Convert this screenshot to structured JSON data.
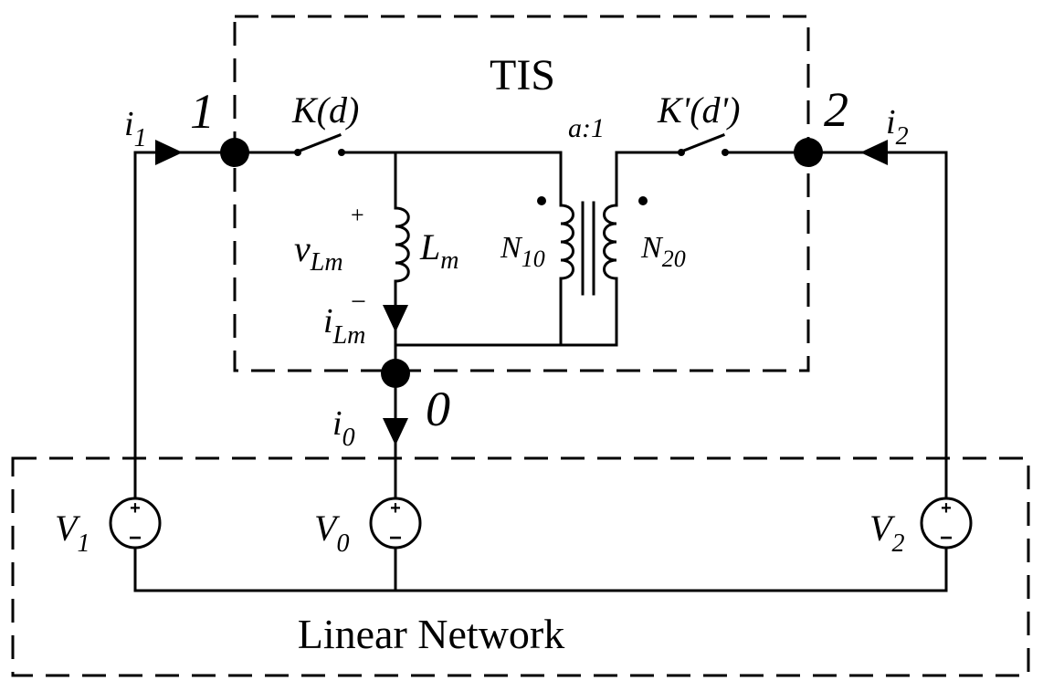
{
  "tis_label": "TIS",
  "network_label": "Linear Network",
  "nodes": {
    "n1": "1",
    "n2": "2",
    "n0": "0"
  },
  "currents": {
    "i1": {
      "base": "i",
      "sub": "1"
    },
    "i2": {
      "base": "i",
      "sub": "2"
    },
    "i0": {
      "base": "i",
      "sub": "0"
    },
    "iLm": {
      "base": "i",
      "sub": "Lm"
    }
  },
  "switches": {
    "k": "K(d)",
    "kp": "K'(d')"
  },
  "inductor": {
    "label_base": "L",
    "label_sub": "m"
  },
  "inductor_voltage": {
    "base": "v",
    "sub": "Lm",
    "plus": "+",
    "minus": "−"
  },
  "transformer": {
    "ratio": "a:1",
    "n1": {
      "base": "N",
      "sub": "10"
    },
    "n2": {
      "base": "N",
      "sub": "20"
    }
  },
  "sources": {
    "v1": {
      "base": "V",
      "sub": "1"
    },
    "v0": {
      "base": "V",
      "sub": "0"
    },
    "v2": {
      "base": "V",
      "sub": "2"
    },
    "plus": "+",
    "minus": "−"
  }
}
